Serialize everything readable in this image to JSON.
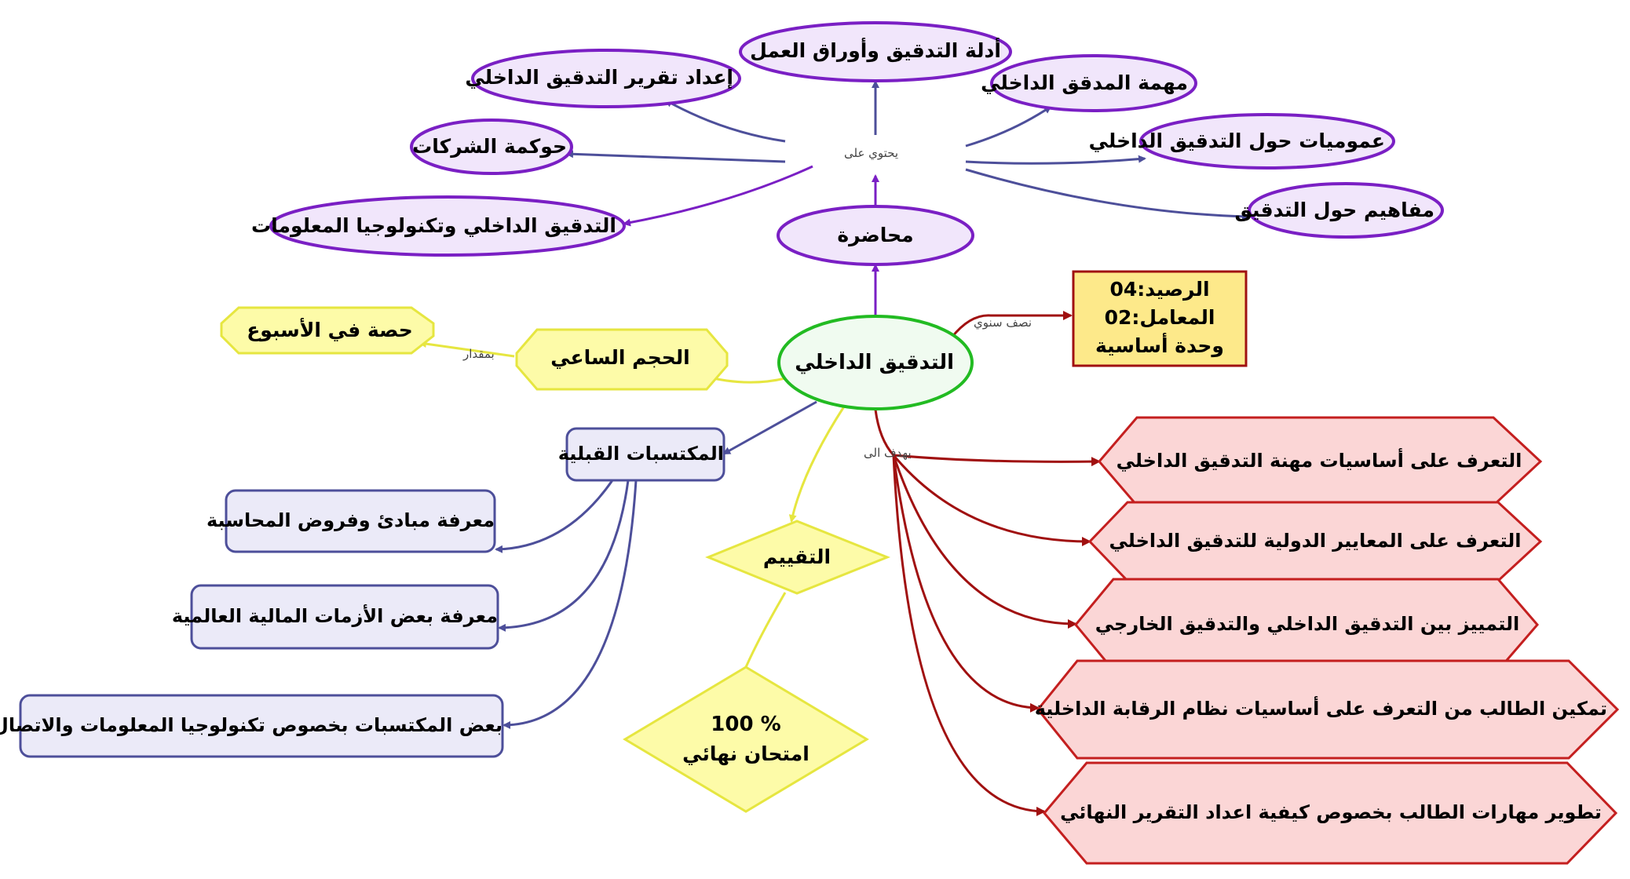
{
  "center": "التدقيق الداخلي",
  "lecture": "محاضرة",
  "edge_contains": "يحتوي على",
  "contents": {
    "evidence": "أدلة التدقيق وأوراق العمل",
    "report": "إعداد تقرير التدقيق الداخلي",
    "auditor_task": "مهمة المدقق الداخلي",
    "governance": "حوكمة الشركات",
    "generalities": "عموميات حول التدقيق الداخلي",
    "concepts": "مفاهيم حول التدقيق",
    "it": "التدقيق الداخلي وتكنولوجيا المعلومات"
  },
  "semester_edge": "نصف سنوي",
  "credits": {
    "line1": "الرصيد:04",
    "line2": "المعامل:02",
    "line3": "وحدة أساسية"
  },
  "hours": "الحجم الساعي",
  "edge_amount": "بمقدار",
  "session": "حصة في الأسبوع",
  "prereq": {
    "title": "المكتسبات القبلية",
    "items": [
      "معرفة مبادئ وفروض المحاسبة",
      "معرفة بعض الأزمات المالية العالمية",
      "بعض المكتسبات بخصوص تكنولوجيا المعلومات والاتصال"
    ]
  },
  "evaluation": {
    "title": "التقييم",
    "line1": "% 100",
    "line2": "امتحان نهائي"
  },
  "edge_aims": "يهدف الى",
  "objectives": [
    "التعرف على أساسيات مهنة التدقيق الداخلي",
    "التعرف على المعايير الدولية للتدقيق الداخلي",
    "التمييز بين التدقيق الداخلي والتدقيق الخارجي",
    "تمكين الطالب من التعرف على أساسيات نظام الرقابة الداخلية",
    "تطوير مهارات الطالب بخصوص كيفية اعداد التقرير النهائي"
  ],
  "colors": {
    "purple_fill": "#f1e6fb",
    "purple_stroke": "#7a1fc4",
    "green_stroke": "#22bb22",
    "blue_stroke": "#4d4f9a",
    "blue_fill": "#ebeaf8",
    "yellow_fill": "#fdfba8",
    "yellow_stroke": "#e6e640",
    "red_fill": "#fbd6d6",
    "red_stroke": "#c41f1f",
    "darkred": "#a01010",
    "box_fill": "#fde98a"
  }
}
